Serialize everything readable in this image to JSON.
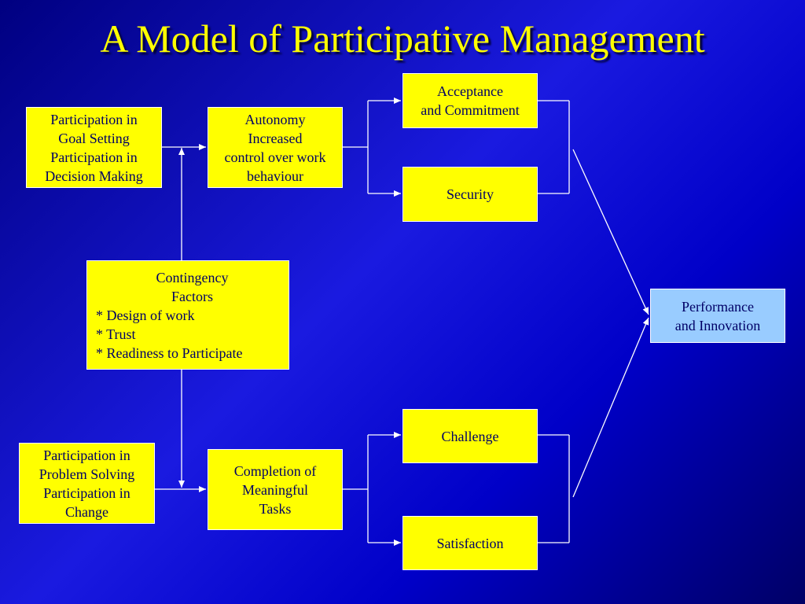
{
  "title": "A Model of Participative Management",
  "nodes": {
    "goal_decision": [
      "Participation in",
      "Goal Setting",
      "Participation in",
      "Decision Making"
    ],
    "autonomy": [
      "Autonomy",
      "Increased",
      "control over work",
      "behaviour"
    ],
    "acceptance": [
      "Acceptance",
      "and Commitment"
    ],
    "security": [
      "Security"
    ],
    "contingency": [
      "Contingency",
      "Factors",
      "* Design of work",
      "* Trust",
      "* Readiness to Participate"
    ],
    "performance": [
      "Performance",
      "and Innovation"
    ],
    "problem_change": [
      "Participation in",
      "Problem Solving",
      "Participation in",
      "Change"
    ],
    "completion": [
      "Completion of",
      "Meaningful",
      "Tasks"
    ],
    "challenge": [
      "Challenge"
    ],
    "satisfaction": [
      "Satisfaction"
    ]
  },
  "colors": {
    "box_fill": "#ffff00",
    "outcome_fill": "#99ccff",
    "text": "#000066",
    "title": "#ffff00",
    "connector": "#ffffff"
  }
}
